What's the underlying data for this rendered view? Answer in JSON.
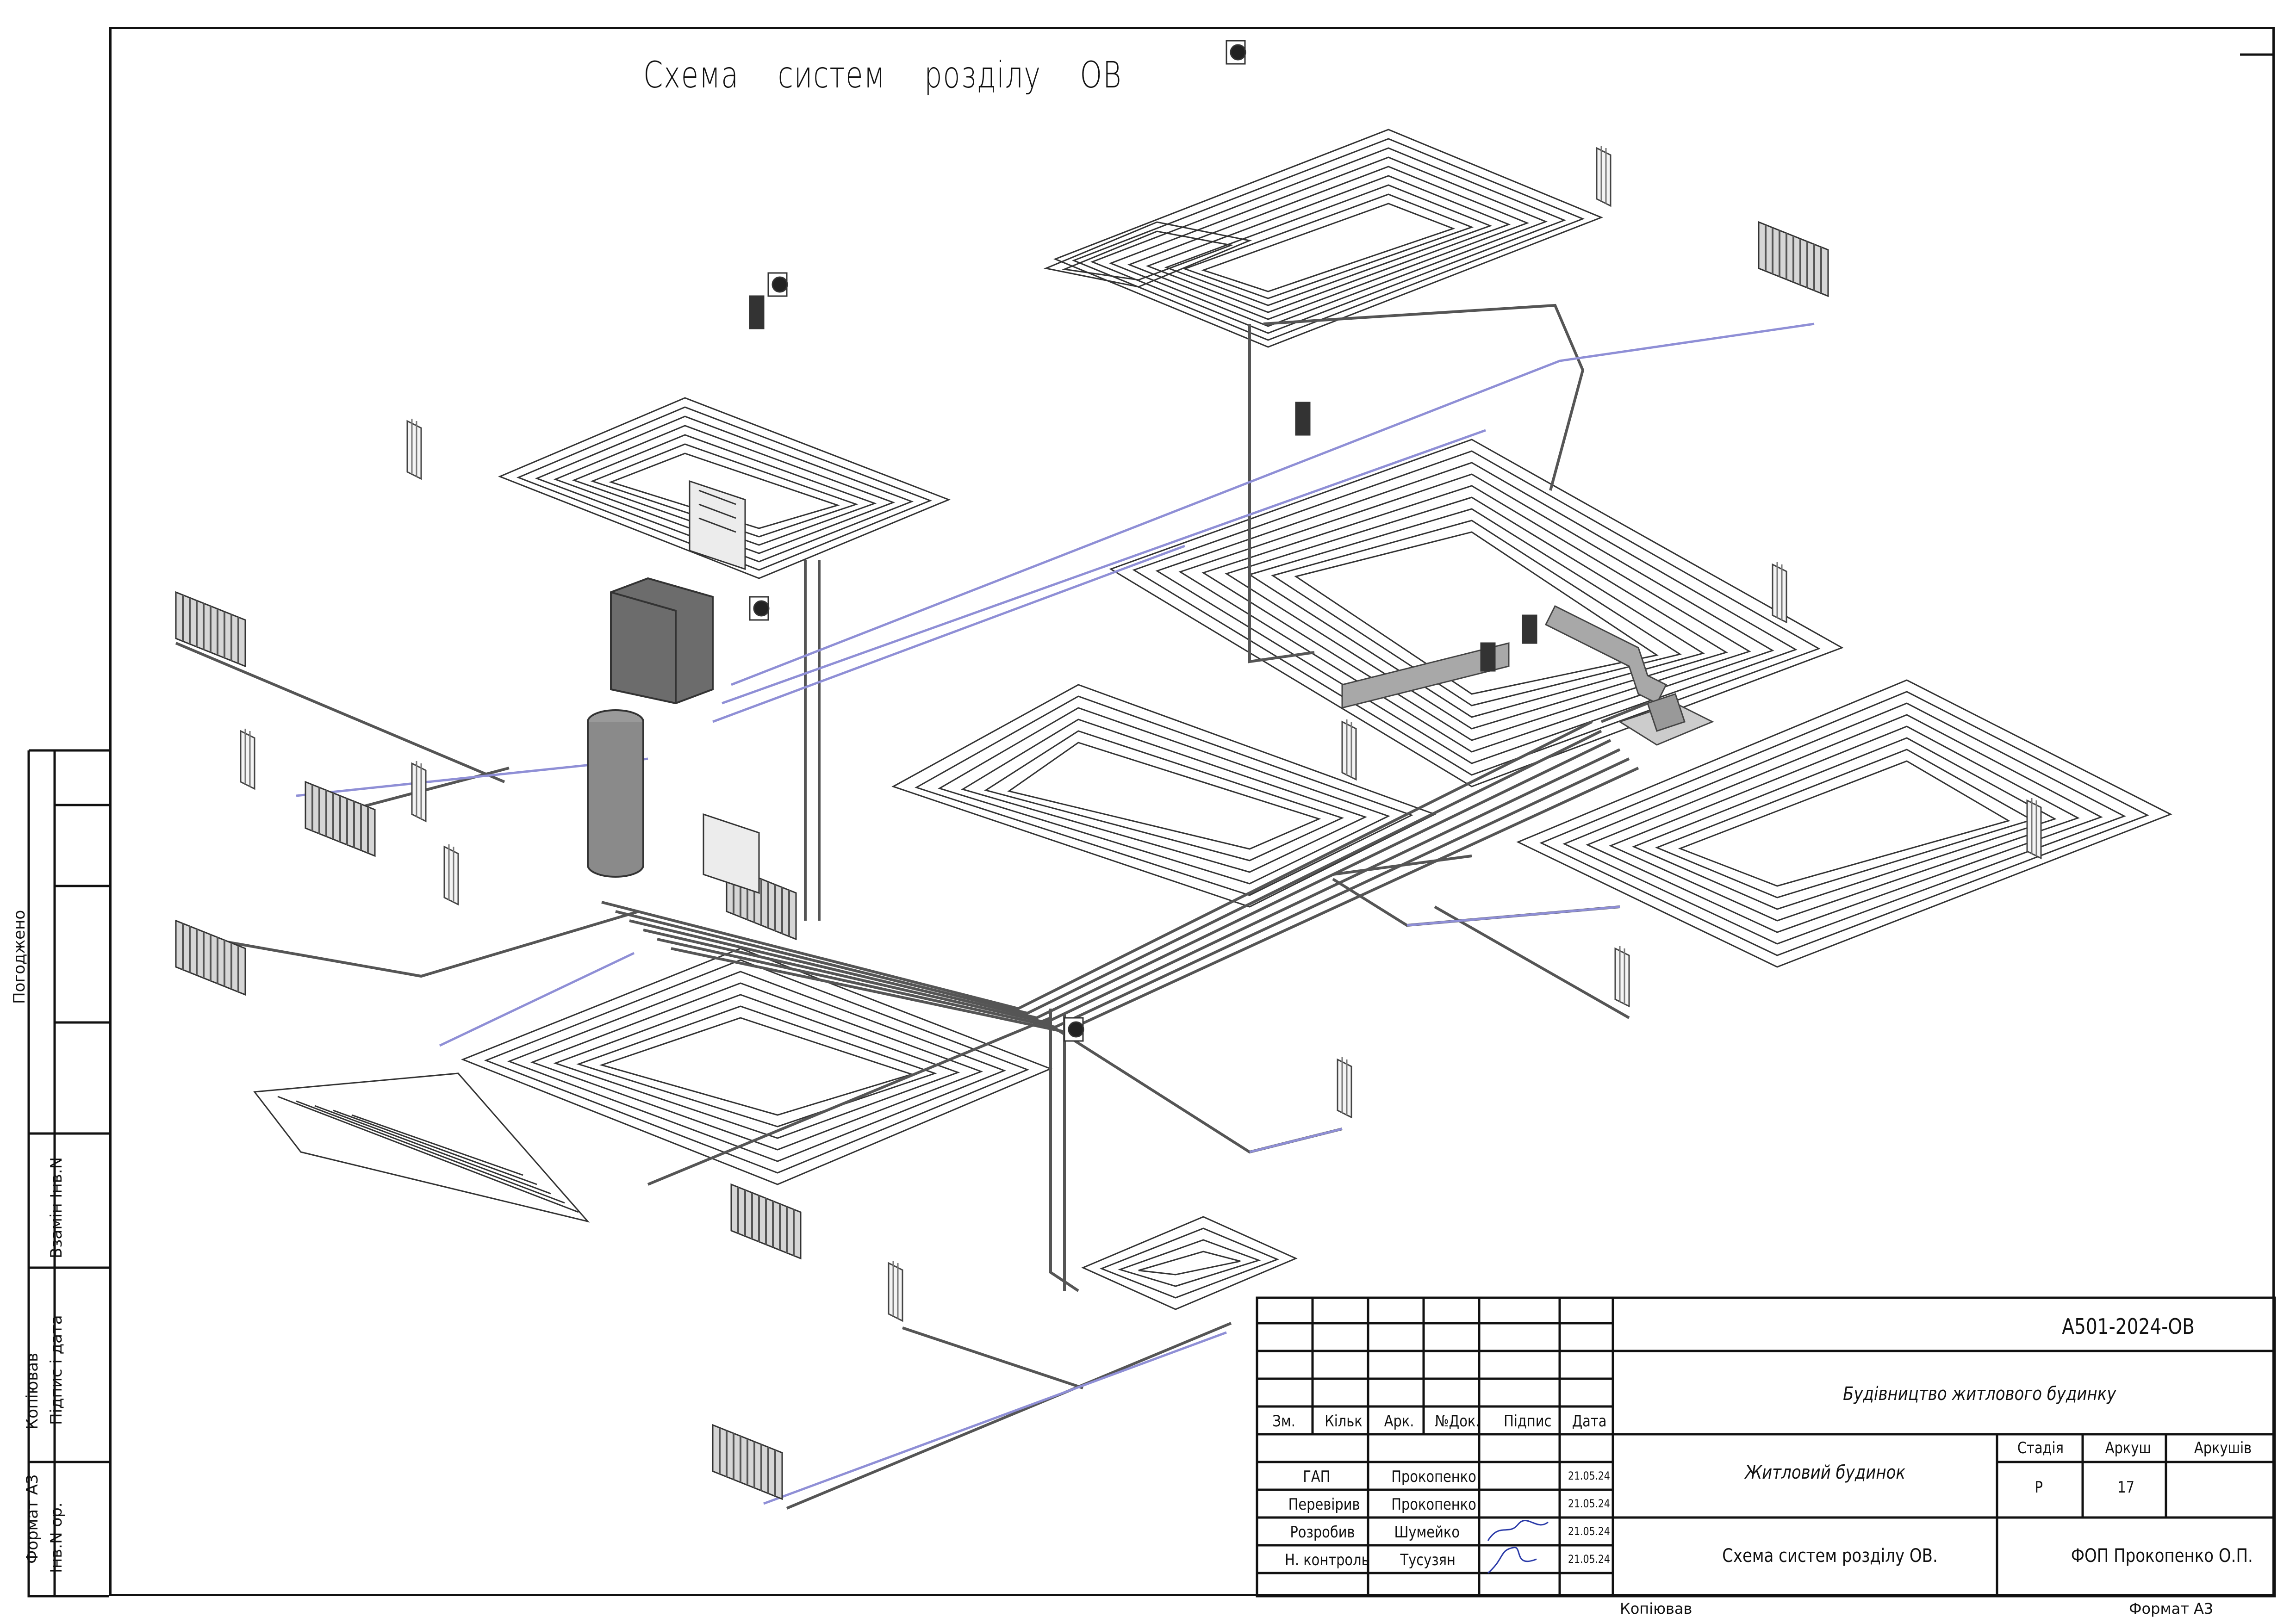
{
  "title": "Схема    систем    розділу    ОВ",
  "margin": {
    "approved": "Погоджено",
    "replace_inv": "Взамін Інв.N",
    "sign_date": "Підпис і дата",
    "inv_orig": "Інв.N ор.",
    "copied": "Копіював",
    "format": "Формат А3"
  },
  "stamp": {
    "code": "А501-2024-ОВ",
    "project": "Будівництво житлового будинку",
    "object": "Житловий будинок",
    "sheet_title": "Схема систем розділу ОВ.",
    "company": "ФОП Прокопенко О.П.",
    "headers": [
      "Зм.",
      "Кільк",
      "Арк.",
      "№Док.",
      "Підпис",
      "Дата"
    ],
    "stage_header": "Стадія",
    "sheet_header": "Аркуш",
    "sheets_header": "Аркушів",
    "stage": "Р",
    "sheet": "17",
    "sheets": "",
    "people": [
      {
        "role": "ГАП",
        "name": "Прокопенко",
        "date": "21.05.24"
      },
      {
        "role": "Перевірив",
        "name": "Прокопенко",
        "date": "21.05.24"
      },
      {
        "role": "Розробив",
        "name": "Шумейко",
        "date": "21.05.24"
      },
      {
        "role": "Н. контроль",
        "name": "Тусузян",
        "date": "21.05.24"
      }
    ]
  },
  "footer": {
    "copied": "Копіював",
    "format": "Формат А3"
  },
  "colors": {
    "line": "#111111",
    "pipe": "#5a5a5a",
    "supply_blue": "#8f8fd6",
    "panel": "#9a9a9a"
  }
}
